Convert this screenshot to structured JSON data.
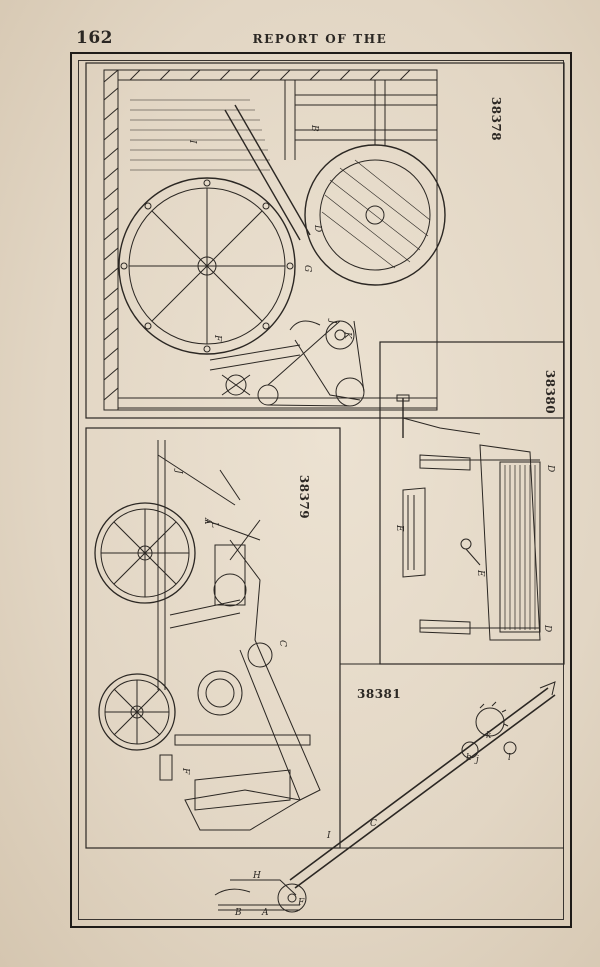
{
  "header": {
    "page_number": "162",
    "running_head": "REPORT OF THE"
  },
  "figures": [
    {
      "patent_number": "38378",
      "orientation": "rotated-90-clockwise"
    },
    {
      "patent_number": "38379",
      "orientation": "rotated-90-clockwise"
    },
    {
      "patent_number": "38380",
      "orientation": "rotated-90-clockwise"
    },
    {
      "patent_number": "38381",
      "orientation": "upright"
    }
  ],
  "colors": {
    "paper": "#e3d8c8",
    "ink": "#2b2723"
  }
}
